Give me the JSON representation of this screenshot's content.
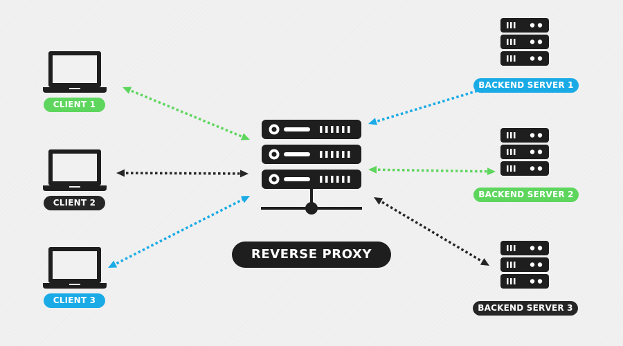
{
  "colors": {
    "background": "#f1f1f1",
    "dark": "#1e1e1e",
    "green": "#5ed65e",
    "blue": "#1aabe6"
  },
  "proxy": {
    "label": "REVERSE PROXY",
    "icon": "server-rack-icon"
  },
  "clients": [
    {
      "label": "CLIENT 1",
      "icon": "laptop-icon",
      "color": "#5ed65e"
    },
    {
      "label": "CLIENT 2",
      "icon": "laptop-icon",
      "color": "#262626"
    },
    {
      "label": "CLIENT 3",
      "icon": "laptop-icon",
      "color": "#1aabe6"
    }
  ],
  "servers": [
    {
      "label": "BACKEND SERVER 1",
      "icon": "server-stack-icon",
      "color": "#1aabe6"
    },
    {
      "label": "BACKEND SERVER 2",
      "icon": "server-stack-icon",
      "color": "#5ed65e"
    },
    {
      "label": "BACKEND SERVER 3",
      "icon": "server-stack-icon",
      "color": "#262626"
    }
  ],
  "connections": [
    {
      "from": "CLIENT 1",
      "to": "REVERSE PROXY",
      "color": "#5ed65e",
      "style": "dotted",
      "arrows": "both"
    },
    {
      "from": "CLIENT 2",
      "to": "REVERSE PROXY",
      "color": "#262626",
      "style": "dotted",
      "arrows": "both"
    },
    {
      "from": "CLIENT 3",
      "to": "REVERSE PROXY",
      "color": "#1aabe6",
      "style": "dotted",
      "arrows": "both"
    },
    {
      "from": "REVERSE PROXY",
      "to": "BACKEND SERVER 1",
      "color": "#1aabe6",
      "style": "dotted",
      "arrows": "both"
    },
    {
      "from": "REVERSE PROXY",
      "to": "BACKEND SERVER 2",
      "color": "#5ed65e",
      "style": "dotted",
      "arrows": "both"
    },
    {
      "from": "REVERSE PROXY",
      "to": "BACKEND SERVER 3",
      "color": "#262626",
      "style": "dotted",
      "arrows": "both"
    }
  ]
}
